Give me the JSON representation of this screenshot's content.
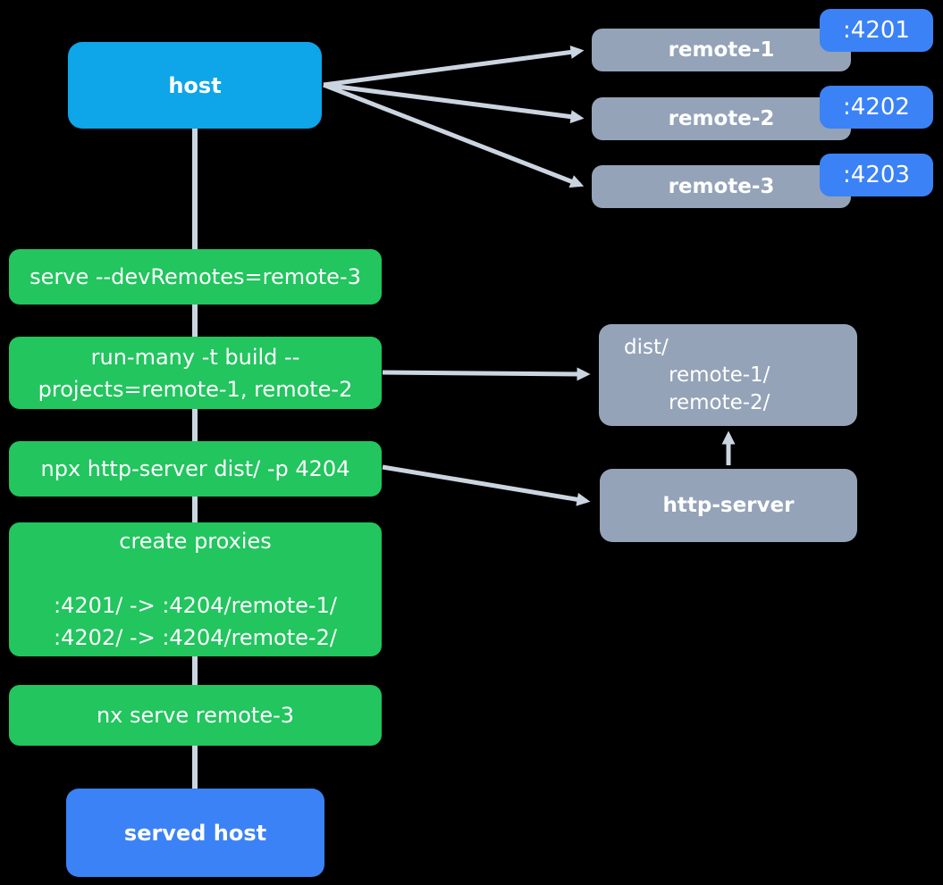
{
  "colors": {
    "background": "#000000",
    "host-blue": "#0ea5e9",
    "step-green": "#22c55e",
    "remote-gray": "#94a3b8",
    "port-blue": "#3b82f6",
    "edge-gray": "#cbd5e1"
  },
  "nodes": {
    "host": {
      "label": "host"
    },
    "served_host": {
      "label": "served host"
    },
    "http_server": {
      "label": "http-server"
    },
    "remotes": [
      {
        "label": "remote-1",
        "port": ":4201"
      },
      {
        "label": "remote-2",
        "port": ":4202"
      },
      {
        "label": "remote-3",
        "port": ":4203"
      }
    ],
    "steps": [
      {
        "lines": [
          "serve --devRemotes=remote-3"
        ]
      },
      {
        "lines": [
          "run-many -t build --",
          "projects=remote-1, remote-2"
        ]
      },
      {
        "lines": [
          "npx http-server dist/ -p 4204"
        ]
      },
      {
        "lines": [
          "create proxies",
          "",
          ":4201/ -> :4204/remote-1/",
          ":4202/ -> :4204/remote-2/"
        ]
      },
      {
        "lines": [
          "nx serve remote-3"
        ]
      }
    ],
    "dist": {
      "title": "dist/",
      "entries": [
        "remote-1/",
        "remote-2/"
      ]
    }
  }
}
